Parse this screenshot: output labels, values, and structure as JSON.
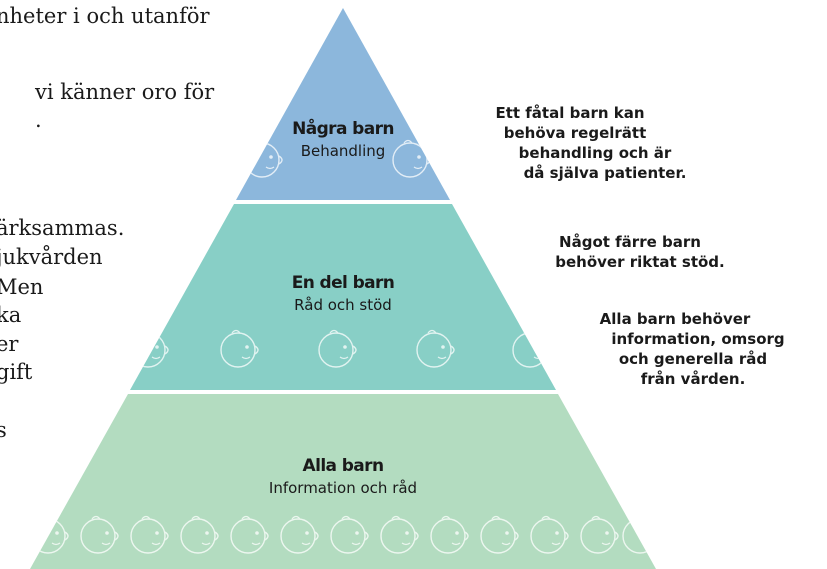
{
  "background_text": {
    "lines": [
      "nheter i och utanför",
      "vi känner oro för",
      ".",
      "ärksammas.",
      "jukvården",
      "Men",
      "ka",
      "er",
      "gift",
      "s"
    ]
  },
  "pyramid": {
    "colors": {
      "top": "#8cb7dc",
      "middle": "#88cfc6",
      "bottom": "#b3dcc0",
      "separator": "#ffffff",
      "face_stroke": "#ffffff"
    },
    "tiers": [
      {
        "title": "Några barn",
        "subtitle": "Behandling"
      },
      {
        "title": "En del barn",
        "subtitle": "Råd och stöd"
      },
      {
        "title": "Alla barn",
        "subtitle": "Information och råd"
      }
    ],
    "icon": "child-face-icon"
  },
  "notes": [
    {
      "lines": [
        "Ett fåtal barn kan",
        "behöva regelrätt",
        "behandling och är",
        "då själva patienter."
      ]
    },
    {
      "lines": [
        "Något färre barn",
        "behöver riktat stöd."
      ]
    },
    {
      "lines": [
        "Alla barn behöver",
        "information, omsorg",
        "och generella råd",
        "från vården."
      ]
    }
  ]
}
